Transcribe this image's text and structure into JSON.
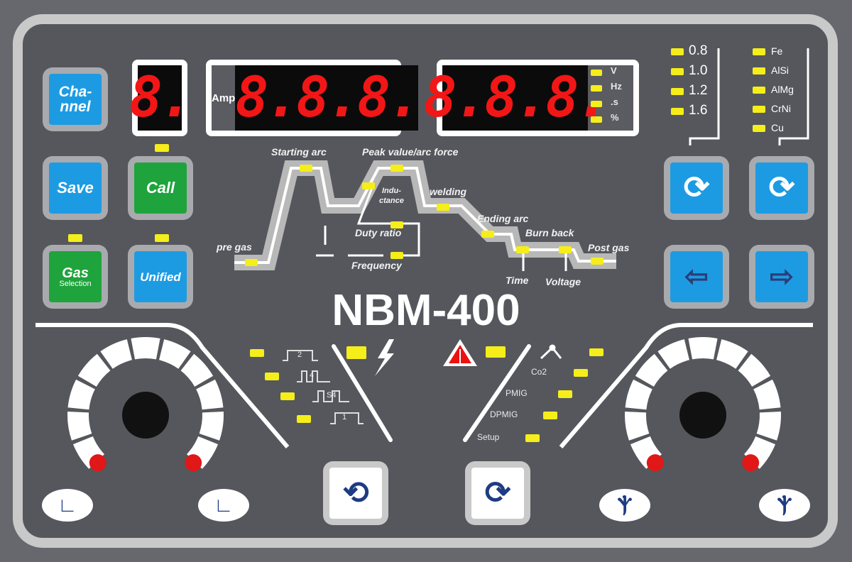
{
  "model": "NBM-400",
  "buttons": {
    "channel": "Cha-\nnnel",
    "save": "Save",
    "call": "Call",
    "gas": "Gas",
    "gas_sub": "Selection",
    "unified": "Unified"
  },
  "displays": {
    "channel_digit": "8.",
    "amp_label": "Amp",
    "amp_value": "8.8.8.",
    "right_value": "8.8.8.",
    "units": [
      "V",
      "Hz",
      ".s",
      "%"
    ]
  },
  "wire_sizes": [
    "0.8",
    "1.0",
    "1.2",
    "1.6"
  ],
  "materials": [
    "Fe",
    "AlSi",
    "AlMg",
    "CrNi",
    "Cu"
  ],
  "process": {
    "starting_arc": "Starting arc",
    "peak": "Peak value/arc force",
    "inductance_1": "Indu-",
    "inductance_2": "ctance",
    "welding": "welding",
    "ending_arc": "Ending arc",
    "burn_back": "Burn back",
    "post_gas": "Post gas",
    "pre_gas": "pre gas",
    "duty_ratio": "Duty ratio",
    "frequency": "Frequency",
    "time": "Time",
    "voltage": "Voltage"
  },
  "trigger_modes": [
    "2",
    "4",
    "S4",
    "1"
  ],
  "welding_modes": [
    "Co2",
    "PMIG",
    "DPMIG",
    "Setup"
  ],
  "colors": {
    "led": "#f5ee1a",
    "digit": "#f31616",
    "blue": "#1d9be2",
    "green": "#1fa33c"
  }
}
